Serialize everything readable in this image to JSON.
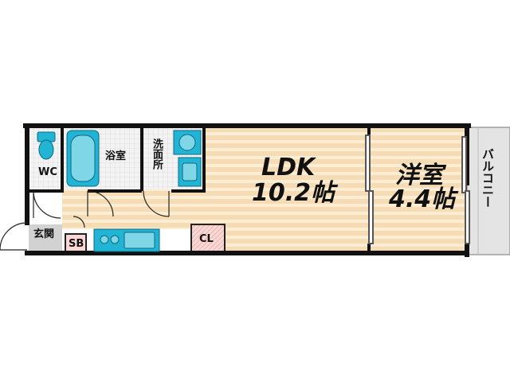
{
  "rooms": {
    "ldk": {
      "name": "LDK",
      "size": "10.2帖"
    },
    "western": {
      "name": "洋室",
      "size": "4.4帖"
    },
    "bath": "浴室",
    "washroom": "洗面所",
    "toilet": "WC",
    "entrance": "玄関",
    "shoe_box": "SB",
    "closet": "CL",
    "balcony": "バルコニー"
  },
  "colors": {
    "wall": "#111111",
    "floor": "#f5dcb4",
    "floor_stripe": "#fbecd4",
    "fixture": "#22b4d4",
    "balcony": "#e4e4e4",
    "entrance_floor": "#d2d2d2",
    "closet": "#f9d7d4",
    "shoe_box": "#f9d7d4"
  }
}
